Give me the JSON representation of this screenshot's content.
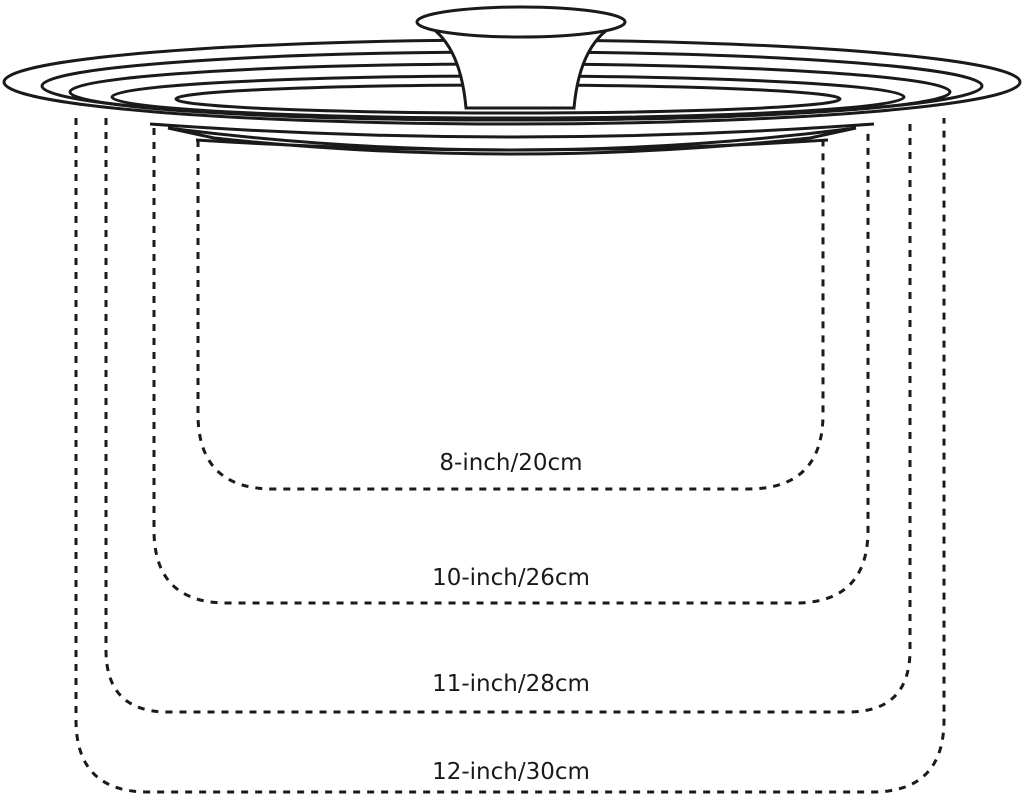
{
  "sizes": [
    {
      "label": "8-inch/20cm",
      "inch": 8,
      "cm": 20
    },
    {
      "label": "10-inch/26cm",
      "inch": 10,
      "cm": 26
    },
    {
      "label": "11-inch/28cm",
      "inch": 11,
      "cm": 28
    },
    {
      "label": "12-inch/30cm",
      "inch": 12,
      "cm": 30
    }
  ],
  "colors": {
    "line": "#1a1a1a",
    "background": "#ffffff"
  }
}
